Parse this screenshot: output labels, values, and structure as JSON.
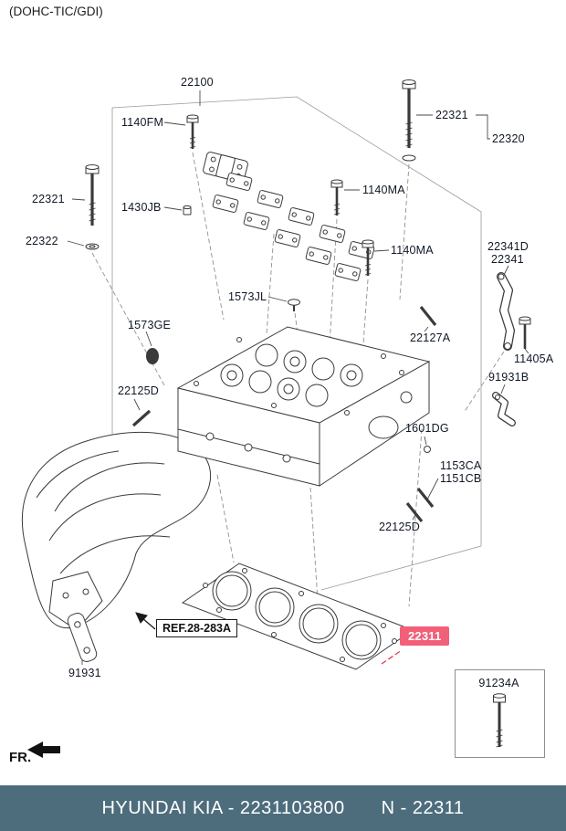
{
  "engine_note": "(DOHC-TIC/GDI)",
  "fr_indicator": "FR.",
  "callouts": {
    "head_assy": "22100",
    "bolt_1140fm": "1140FM",
    "bolt_22321_right": "22321",
    "bolt_assy_22320": "22320",
    "bolt_22321_left": "22321",
    "washer_22322": "22322",
    "screw_1430jb": "1430JB",
    "bolt_1140ma_upper": "1140MA",
    "bolt_1140ma_lower": "1140MA",
    "hanger_22341d": "22341D",
    "hanger_22341": "22341",
    "plug_1573jl": "1573JL",
    "plug_1573ge": "1573GE",
    "stud_22127a": "22127A",
    "bolt_11405a": "11405A",
    "bracket_91931b": "91931B",
    "stud_22125d_left": "22125D",
    "dowel_1601dg": "1601DG",
    "stud_1153ca": "1153CA",
    "stud_1151cb": "1151CB",
    "stud_22125d_bottom": "22125D",
    "bracket_91931": "91931",
    "gasket_22311": "22311",
    "inset_91234a": "91234A",
    "ref_intake_manifold": "REF.28-283A"
  },
  "footer": {
    "catalog_text": "HYUNDAI KIA - 2231103800",
    "part_ref": "N - 22311"
  },
  "colors": {
    "highlight_bg": "#f25f78",
    "highlight_line": "#e8344e",
    "footer_bg": "#4d6d7d",
    "label_text": "#101826"
  }
}
